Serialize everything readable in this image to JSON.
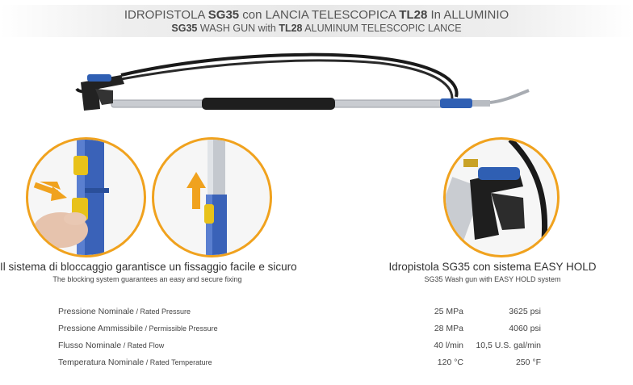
{
  "header": {
    "line_it": {
      "a": "IDROPISTOLA ",
      "b": "SG35",
      "c": " con LANCIA TELESCOPICA ",
      "d": "TL28",
      "e": " In ALLUMINIO"
    },
    "line_en": {
      "a": "SG35",
      "b": " WASH GUN with ",
      "c": "TL28",
      "d": " ALUMINUM TELESCOPIC LANCE"
    }
  },
  "colors": {
    "accent_orange": "#f0a21e",
    "lance_blue": "#2f5fb3",
    "knob_yellow": "#e8c21a",
    "hose_black": "#1a1a1a"
  },
  "captions": {
    "left": {
      "it": "Il sistema di bloccaggio garantisce un fissaggio facile e sicuro",
      "en": "The blocking system guarantees an easy and secure fixing"
    },
    "right": {
      "it": "Idropistola SG35 con sistema EASY HOLD",
      "en": "SG35 Wash gun with EASY HOLD system"
    }
  },
  "specs": [
    {
      "label_it": "Pressione Nominale",
      "label_en": " / Rated Pressure",
      "metric": "25 MPa",
      "imperial": "3625 psi"
    },
    {
      "label_it": "Pressione Ammissibile",
      "label_en": " / Permissible Pressure",
      "metric": "28 MPa",
      "imperial": "4060 psi"
    },
    {
      "label_it": "Flusso Nominale",
      "label_en": " / Rated Flow",
      "metric": "40 l/min",
      "imperial": "10,5 U.S. gal/min"
    },
    {
      "label_it": "Temperatura Nominale",
      "label_en": " / Rated Temperature",
      "metric": "120 °C",
      "imperial": "250  °F"
    }
  ]
}
